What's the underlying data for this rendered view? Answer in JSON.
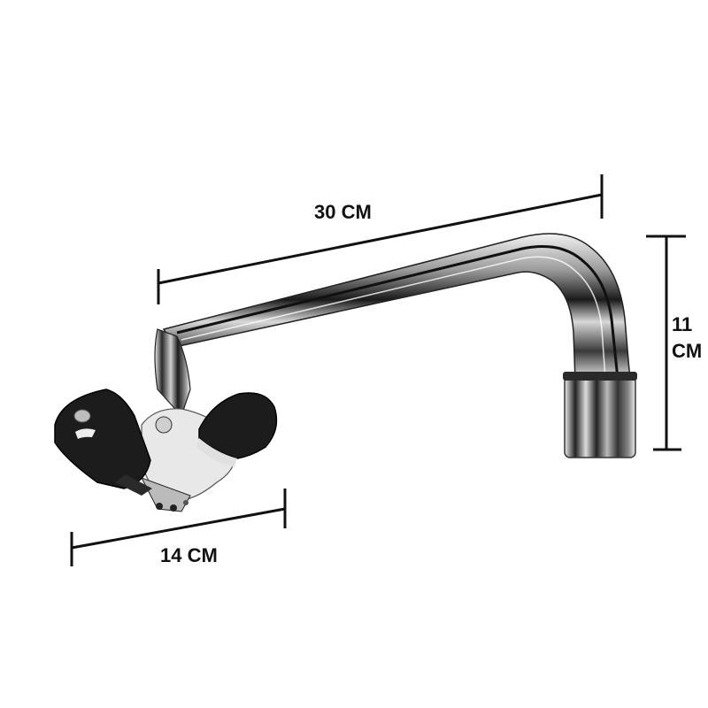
{
  "figure": {
    "subject": "wall-mounted mixer faucet with swivel spout and two black lever handles",
    "colors": {
      "background": "#ffffff",
      "dimension_line": "#111111",
      "chrome_dark": "#1a1a1a",
      "chrome_mid": "#7a7a7a",
      "chrome_light": "#e6e6e6",
      "handle": "#1c1c1c"
    }
  },
  "dimensions": {
    "spout_length": {
      "value": "30",
      "unit": "CM",
      "label": "30 CM"
    },
    "spout_height": {
      "value": "11",
      "unit": "CM",
      "line1": "11",
      "line2": "CM"
    },
    "base_width": {
      "value": "14",
      "unit": "CM",
      "label": "14 CM"
    }
  }
}
